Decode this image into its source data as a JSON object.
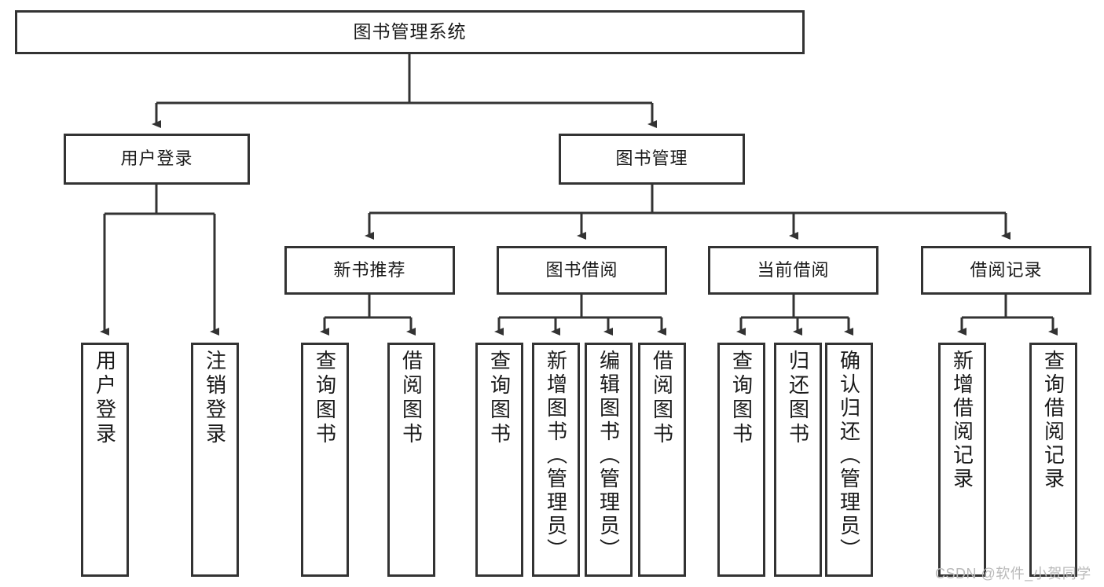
{
  "diagram": {
    "title": "图书管理系统",
    "type": "hierarchy-tree",
    "watermark": "CSDN @软件_小贺同学",
    "colors": {
      "stroke": "#333333",
      "fill": "#ffffff",
      "text": "#1a1a1a",
      "watermark": "#b9b9b9"
    },
    "nodes": {
      "root": {
        "label": "图书管理系统"
      },
      "level1": [
        {
          "label": "用户登录"
        },
        {
          "label": "图书管理"
        }
      ],
      "level2": [
        {
          "label": "新书推荐"
        },
        {
          "label": "图书借阅"
        },
        {
          "label": "当前借阅"
        },
        {
          "label": "借阅记录"
        }
      ],
      "leaves": {
        "user_login": [
          {
            "label": "用户登录"
          },
          {
            "label": "注销登录"
          }
        ],
        "new_book_recommend": [
          {
            "label": "查询图书"
          },
          {
            "label": "借阅图书"
          }
        ],
        "book_borrow": [
          {
            "label": "查询图书"
          },
          {
            "label": "新增图书（管理员）"
          },
          {
            "label": "编辑图书（管理员）"
          },
          {
            "label": "借阅图书"
          }
        ],
        "current_borrow": [
          {
            "label": "查询图书"
          },
          {
            "label": "归还图书"
          },
          {
            "label": "确认归还（管理员）"
          }
        ],
        "borrow_record": [
          {
            "label": "新增借阅记录"
          },
          {
            "label": "查询借阅记录"
          }
        ]
      }
    }
  }
}
